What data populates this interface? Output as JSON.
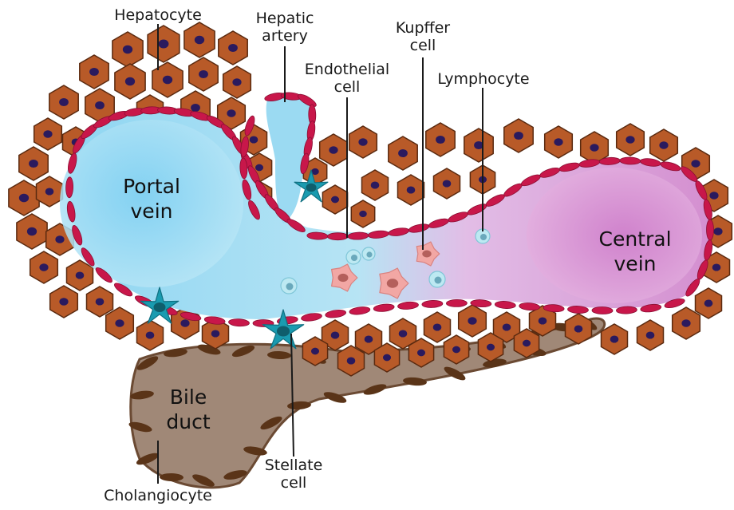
{
  "labels": {
    "hepatocyte": "Hepatocyte",
    "hepatic_artery": "Hepatic\nartery",
    "endothelial_cell": "Endothelial\ncell",
    "kupffer_cell": "Kupffer\ncell",
    "lymphocyte": "Lymphocyte",
    "portal_vein": "Portal\nvein",
    "central_vein": "Central\nvein",
    "bile_duct": "Bile\nduct",
    "stellate_cell": "Stellate\ncell",
    "cholangiocyte": "Cholangiocyte"
  },
  "colors": {
    "hepatocyte_fill": "#b85a28",
    "hepatocyte_outline": "#5a2a10",
    "nucleus": "#2a1a5e",
    "endothelium": "#c8174a",
    "portal_blood": "#8fd6f2",
    "central_blood": "#d48fd0",
    "stellate": "#1a9bb0",
    "kupffer": "#f2a7a4",
    "lymphocyte": "#bde9f2",
    "bile_duct": "#a08877",
    "cholangiocyte": "#5a3418"
  }
}
